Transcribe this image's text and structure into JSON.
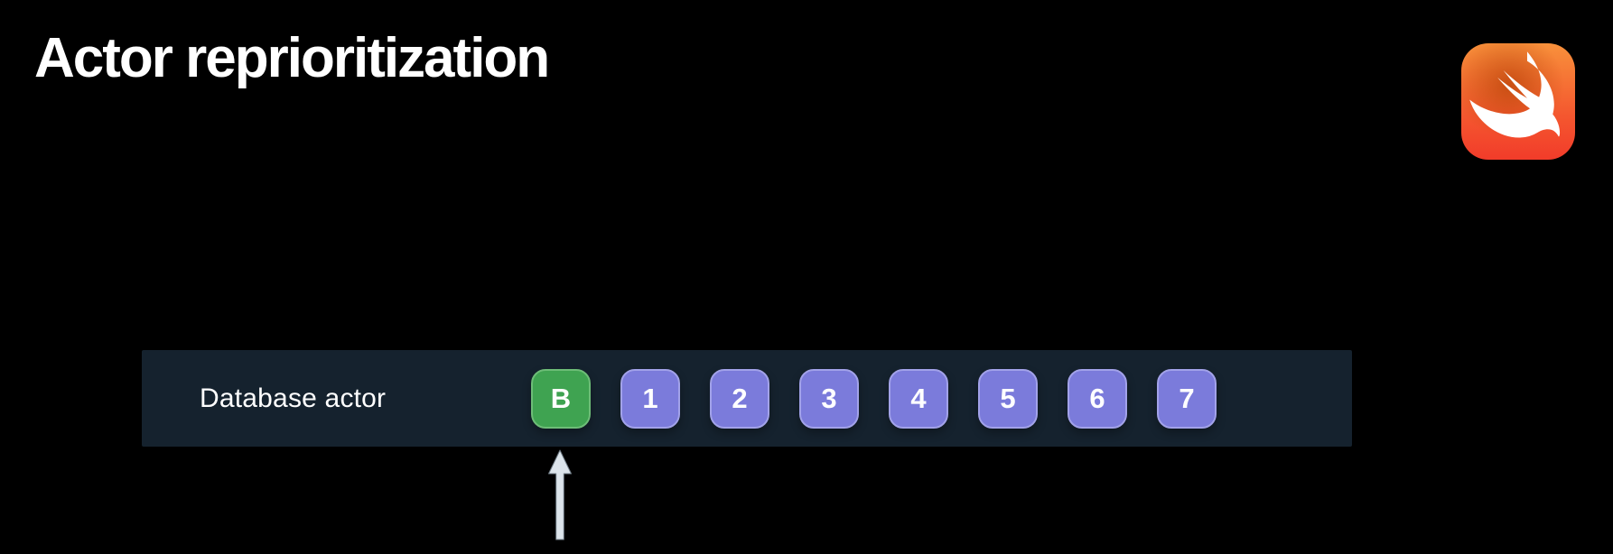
{
  "slide": {
    "title": "Actor reprioritization"
  },
  "logo": {
    "icon": "swift-logo",
    "gradient_top": "#F8913B",
    "gradient_bottom": "#F23C2A"
  },
  "timeline": {
    "label": "Database actor",
    "queue": [
      {
        "label": "B",
        "kind": "highlighted"
      },
      {
        "label": "1",
        "kind": "queued"
      },
      {
        "label": "2",
        "kind": "queued"
      },
      {
        "label": "3",
        "kind": "queued"
      },
      {
        "label": "4",
        "kind": "queued"
      },
      {
        "label": "5",
        "kind": "queued"
      },
      {
        "label": "6",
        "kind": "queued"
      },
      {
        "label": "7",
        "kind": "queued"
      }
    ],
    "arrow": {
      "icon": "up-arrow",
      "points_to": "B"
    }
  },
  "colors": {
    "background": "#000000",
    "bar_background": "#15222E",
    "highlighted_fill": "#3FA351",
    "highlighted_border": "#6DBD77",
    "queued_fill": "#7B7BDB",
    "queued_border": "#A2A2E9",
    "arrow_fill": "#DCE4EB",
    "title_text": "#FFFFFF"
  }
}
